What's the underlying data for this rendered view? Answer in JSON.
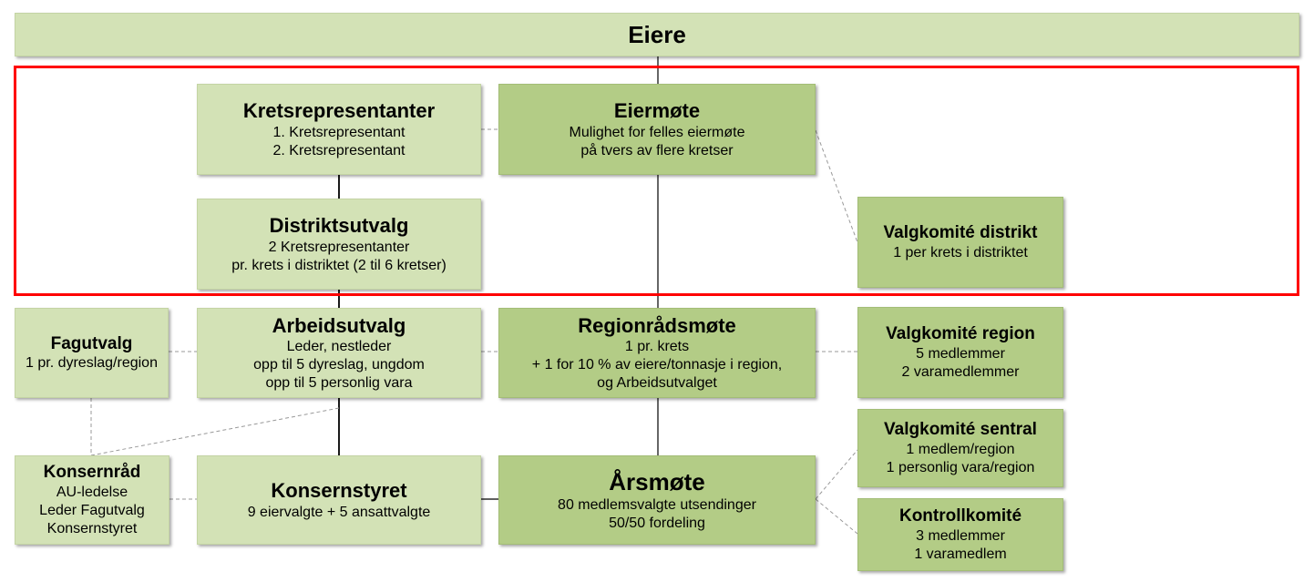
{
  "eiere": {
    "title": "Eiere"
  },
  "kretsrepresentanter": {
    "title": "Kretsrepresentanter",
    "lines": [
      "1. Kretsrepresentant",
      "2. Kretsrepresentant"
    ]
  },
  "eiermote": {
    "title": "Eiermøte",
    "lines": [
      "Mulighet for felles eiermøte",
      "på tvers av flere kretser"
    ]
  },
  "distriktsutvalg": {
    "title": "Distriktsutvalg",
    "lines": [
      "2 Kretsrepresentanter",
      "pr. krets i distriktet (2 til 6 kretser)"
    ]
  },
  "valgkomite_distrikt": {
    "title": "Valgkomité distrikt",
    "lines": [
      "1 per krets i distriktet"
    ]
  },
  "fagutvalg": {
    "title": "Fagutvalg",
    "lines": [
      "1 pr. dyreslag/region"
    ]
  },
  "arbeidsutvalg": {
    "title": "Arbeidsutvalg",
    "lines": [
      "Leder, nestleder",
      "opp til 5 dyreslag, ungdom",
      "opp til 5 personlig vara"
    ]
  },
  "regionradsmote": {
    "title": "Regionrådsmøte",
    "lines": [
      "1 pr. krets",
      "+ 1 for 10 % av eiere/tonnasje i region,",
      "og Arbeidsutvalget"
    ]
  },
  "valgkomite_region": {
    "title": "Valgkomité region",
    "lines": [
      "5 medlemmer",
      "2 varamedlemmer"
    ]
  },
  "valgkomite_sentral": {
    "title": "Valgkomité sentral",
    "lines": [
      "1 medlem/region",
      "1 personlig vara/region"
    ]
  },
  "konsernrad": {
    "title": "Konsernråd",
    "lines": [
      "AU-ledelse",
      "Leder Fagutvalg",
      "Konsernstyret"
    ]
  },
  "konsernstyret": {
    "title": "Konsernstyret",
    "lines": [
      "9 eiervalgte + 5 ansattvalgte"
    ]
  },
  "arsmote": {
    "title": "Årsmøte",
    "lines": [
      "80 medlemsvalgte utsendinger",
      "50/50 fordeling"
    ]
  },
  "kontrollkomite": {
    "title": "Kontrollkomité",
    "lines": [
      "3 medlemmer",
      "1 varamedlem"
    ]
  }
}
